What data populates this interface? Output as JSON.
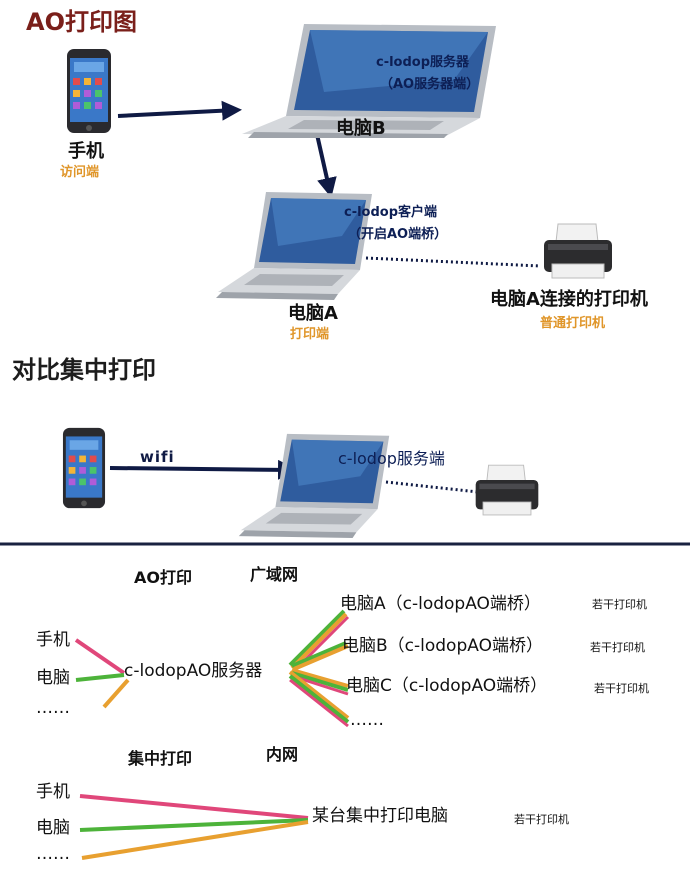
{
  "colors": {
    "title_dark_red": "#7a1f1a",
    "arrow_navy": "#0f1a44",
    "accent_orange": "#e0962a",
    "screen_blue": "#1b3a8c",
    "line_pink": "#e0477a",
    "line_green": "#4db33a",
    "line_orange": "#e8a030"
  },
  "ao": {
    "title": "AO打印图",
    "phone_label": "手机",
    "phone_sub": "访问端",
    "server_name": "c-lodop服务器",
    "server_role": "（AO服务器端）",
    "computer_b": "电脑B",
    "client_name": "c-lodop客户端",
    "client_role": "（开启AO端桥）",
    "computer_a": "电脑A",
    "computer_a_sub": "打印端",
    "printer_label": "电脑A连接的打印机",
    "printer_sub": "普通打印机"
  },
  "compare": {
    "title": "对比集中打印",
    "wifi": "wifi",
    "server_label": "c-lodop服务端"
  },
  "diagram": {
    "ao_title": "AO打印",
    "wan": "广域网",
    "left_items": [
      "手机",
      "电脑",
      "……"
    ],
    "hub": "c-lodopAO服务器",
    "right_items": [
      {
        "name": "电脑A（c-lodopAO端桥）",
        "note": "若干打印机"
      },
      {
        "name": "电脑B（c-lodopAO端桥）",
        "note": "若干打印机"
      },
      {
        "name": "电脑C（c-lodopAO端桥）",
        "note": "若干打印机"
      },
      {
        "name": "……",
        "note": ""
      }
    ],
    "central_title": "集中打印",
    "lan": "内网",
    "central_left": [
      "手机",
      "电脑",
      "……"
    ],
    "central_target": "某台集中打印电脑",
    "central_note": "若干打印机"
  }
}
